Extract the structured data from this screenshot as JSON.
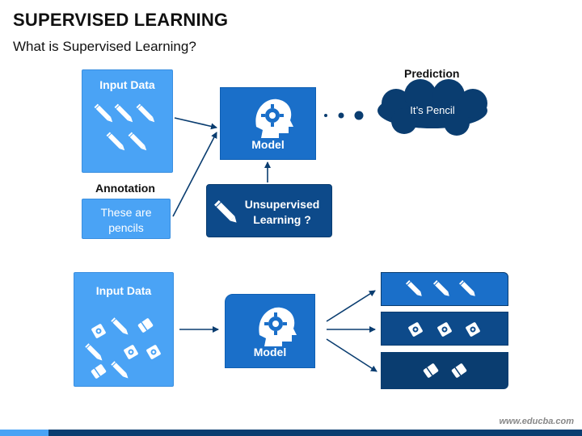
{
  "header": {
    "title": "SUPERVISED LEARNING",
    "subtitle": "What is Supervised Learning?"
  },
  "top": {
    "input_label": "Input Data",
    "annotation_label": "Annotation",
    "annotation_text_1": "These are",
    "annotation_text_2": "pencils",
    "model_label": "Model",
    "prediction_label": "Prediction",
    "prediction_text": "It’s Pencil",
    "unsupervised_line_1": "Unsupervised",
    "unsupervised_line_2": "Learning ?"
  },
  "bottom": {
    "input_label": "Input Data",
    "model_label": "Model"
  },
  "footer": {
    "brand": "www.educba.com"
  },
  "colors": {
    "light_blue": "#4aa3f5",
    "mid_blue": "#1a6fc9",
    "deep_blue": "#0d4a8a",
    "navy": "#0a3d70"
  },
  "icons": [
    "pencil-icon",
    "gear-head-icon",
    "eraser-icon",
    "sharpener-icon",
    "cloud-icon",
    "arrow-icon"
  ]
}
